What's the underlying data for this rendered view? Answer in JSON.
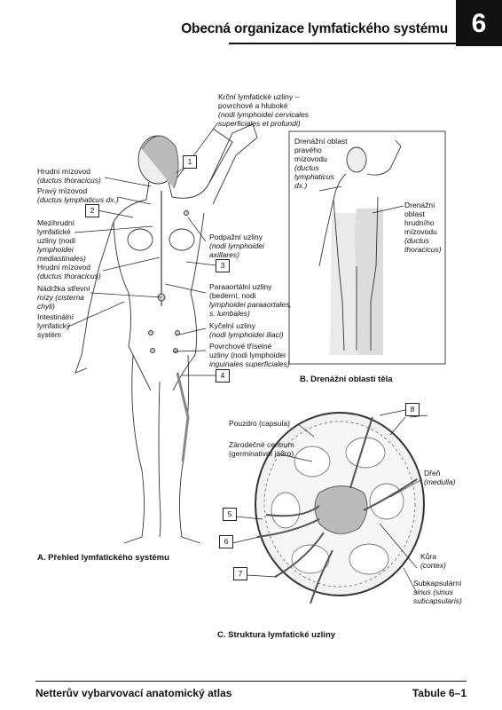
{
  "header": {
    "title": "Obecná organizace lymfatického systému",
    "chapter_number": "6"
  },
  "figure_a": {
    "caption": "A. Přehled lymfatického systému",
    "labels": {
      "neck_nodes_1": "Krční lymfatické uzliny –",
      "neck_nodes_2": "povrchové a hluboké",
      "neck_nodes_3": "(nodi lymphoidei cervicales",
      "neck_nodes_4": "superficiales et profundi)",
      "thoracic_duct_top_1": "Hrudní mízovod",
      "thoracic_duct_top_2": "(ductus thoracicus)",
      "right_duct_1": "Pravý mízovod",
      "right_duct_2": "(ductus lymphaticus dx.)",
      "mediastinal_1": "Mezihrudní",
      "mediastinal_2": "lymfatické",
      "mediastinal_3": "uzliny (nodi",
      "mediastinal_4": "lymphoidei",
      "mediastinal_5": "mediastinales)",
      "thoracic_duct_mid_1": "Hrudní mízovod",
      "thoracic_duct_mid_2": "(ductus thoracicus)",
      "cisterna_1": "Nádržka střevní",
      "cisterna_2": "mízy (cisterna",
      "cisterna_3": "chyli)",
      "intestinal_1": "Intestinální",
      "intestinal_2": "lymfatický",
      "intestinal_3": "systém",
      "axillary_1": "Podpažní uzliny",
      "axillary_2": "(nodi lymphoidei",
      "axillary_3": "axillares)",
      "paraaortic_1": "Paraaortální uzliny",
      "paraaortic_2": "(bederní, nodi",
      "paraaortic_3": "lymphoidei paraaortales,",
      "paraaortic_4": "s. lumbales)",
      "iliac_1": "Kyčelní uzliny",
      "iliac_2": "(nodi lymphoidei iliaci)",
      "inguinal_1": "Povrchové tříselné",
      "inguinal_2": "uzliny (nodi lymphoidei",
      "inguinal_3": "inguinales superficiales)"
    },
    "numbers": [
      "1",
      "2",
      "3",
      "4"
    ]
  },
  "figure_b": {
    "caption": "B. Drenážní oblasti těla",
    "labels": {
      "right_area_1": "Drenážní oblast",
      "right_area_2": "pravého",
      "right_area_3": "mízovodu",
      "right_area_4": "(ductus",
      "right_area_5": "lymphaticus",
      "right_area_6": "dx.)",
      "left_area_1": "Drenážní",
      "left_area_2": "oblast",
      "left_area_3": "hrudního",
      "left_area_4": "mízovodu",
      "left_area_5": "(ductus",
      "left_area_6": "thoracicus)"
    }
  },
  "figure_c": {
    "caption": "C. Struktura lymfatické uzliny",
    "labels": {
      "capsule_1": "Pouzdro (capsula)",
      "germinal_1": "Zárodečné centrum",
      "germinal_2": "(germinativní jádro)",
      "medulla_1": "Dřeň",
      "medulla_2": "(medulla)",
      "cortex_1": "Kůra",
      "cortex_2": "(cortex)",
      "sinus_1": "Subkapsulární",
      "sinus_2": "sinus (sinus",
      "sinus_3": "subcapsularis)"
    },
    "numbers": [
      "5",
      "6",
      "7",
      "8"
    ]
  },
  "footer": {
    "left": "Netterův vybarvovací anatomický atlas",
    "right": "Tabule 6–1"
  }
}
